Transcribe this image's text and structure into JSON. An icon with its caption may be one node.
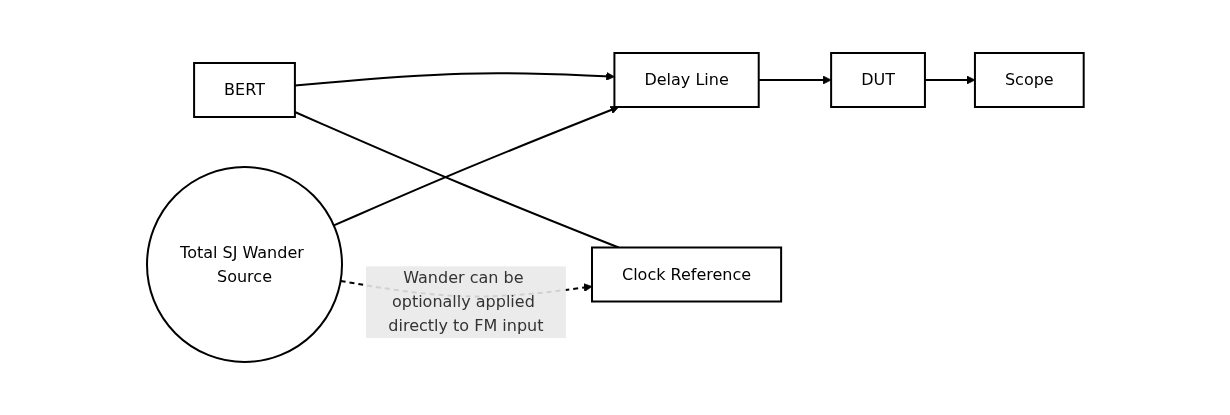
{
  "diagram": {
    "nodes": [
      {
        "text": [
          "BERT"
        ]
      },
      {
        "text": [
          "Delay Line"
        ]
      },
      {
        "text": [
          "DUT"
        ]
      },
      {
        "text": [
          "Scope"
        ]
      },
      {
        "text": [
          "Clock Reference"
        ]
      },
      {
        "text": [
          "Total SJ Wander Source"
        ]
      }
    ],
    "edges": [
      {
        "from": 0,
        "to": 1,
        "arrow": "to"
      },
      {
        "from": 1,
        "to": 2,
        "arrow": "to"
      },
      {
        "from": 2,
        "to": 3,
        "arrow": "to"
      },
      {
        "from": 0,
        "to": 4,
        "arrow": "none"
      },
      {
        "from": 5,
        "to": 1,
        "arrow": "to"
      },
      {
        "from": 5,
        "to": 4,
        "arrow": "to",
        "label": "Wander can be optionally applied directly to FM input",
        "style": "dashed"
      }
    ]
  }
}
